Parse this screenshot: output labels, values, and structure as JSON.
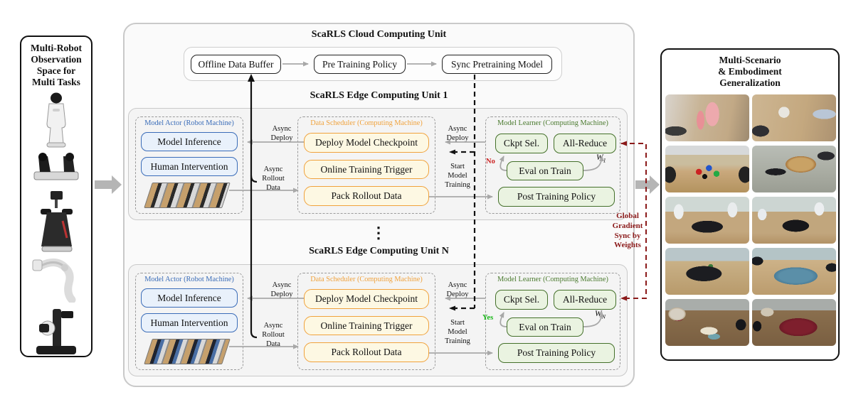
{
  "left_panel": {
    "title": "Multi-Robot\nObservation\nSpace for\nMulti Tasks",
    "robots": [
      {
        "name": "humanoid-service-robot"
      },
      {
        "name": "dual-gripper-teleoperation-device"
      },
      {
        "name": "dual-arm-mobile-manipulation-station"
      },
      {
        "name": "collaborative-robot-arm"
      },
      {
        "name": "compact-dual-arm-platform"
      }
    ]
  },
  "cloud": {
    "title": "ScaRLS Cloud Computing Unit",
    "buffer": "Offline Data Buffer",
    "pretrain": "Pre Training Policy",
    "sync": "Sync Pretraining Model"
  },
  "unit1": {
    "title": "ScaRLS Edge Computing Unit 1",
    "actor": {
      "label": "Model Actor (Robot Machine)",
      "inference": "Model Inference",
      "human": "Human Intervention",
      "rollout_desc": "robot rollout camera frames"
    },
    "scheduler": {
      "label": "Data Scheduler (Computing Machine)",
      "deploy": "Deploy Model Checkpoint",
      "trigger": "Online Training Trigger",
      "pack": "Pack Rollout Data"
    },
    "learner": {
      "label": "Model Learner (Computing Machine)",
      "ckpt": "Ckpt Sel.",
      "allreduce": "All-Reduce",
      "eval": "Eval on Train",
      "post": "Post Training Policy",
      "decision": "No",
      "weight": "W",
      "weight_sub": "1"
    },
    "edges": {
      "async_deploy_left": "Async\nDeploy",
      "async_rollout": "Async\nRollout\nData",
      "async_deploy_right": "Async\nDeploy",
      "start_training": "Start\nModel\nTraining"
    }
  },
  "unitN": {
    "title": "ScaRLS Edge Computing Unit N",
    "actor": {
      "label": "Model Actor (Robot Machine)",
      "inference": "Model Inference",
      "human": "Human Intervention",
      "rollout_desc": "robot rollout camera frames"
    },
    "scheduler": {
      "label": "Data Scheduler (Computing Machine)",
      "deploy": "Deploy Model Checkpoint",
      "trigger": "Online Training Trigger",
      "pack": "Pack Rollout Data"
    },
    "learner": {
      "label": "Model Learner (Computing Machine)",
      "ckpt": "Ckpt Sel.",
      "allreduce": "All-Reduce",
      "eval": "Eval on Train",
      "post": "Post Training Policy",
      "decision": "Yes",
      "weight": "W",
      "weight_sub": "N"
    },
    "edges": {
      "async_deploy_left": "Async\nDeploy",
      "async_rollout": "Async\nRollout\nData",
      "async_deploy_right": "Async\nDeploy",
      "start_training": "Start\nModel\nTraining"
    }
  },
  "ellipsis": "⋮",
  "gradient_sync": "Global\nGradient\nSync by\nWeights",
  "right_panel": {
    "title": "Multi-Scenario\n& Embodiment\nGeneralization",
    "photos": [
      {
        "name": "grippers-with-pink-bunny-plush"
      },
      {
        "name": "robot-hand-and-arm-with-cups"
      },
      {
        "name": "grippers-sorting-colored-blocks"
      },
      {
        "name": "robot-arms-holding-cardboard-box"
      },
      {
        "name": "white-arms-over-black-mat-with-plate"
      },
      {
        "name": "white-arms-with-toolbox"
      },
      {
        "name": "black-gripper-assembly-on-table"
      },
      {
        "name": "grippers-with-blue-cloth"
      },
      {
        "name": "grippers-folding-cloth-beside-wooden-box"
      },
      {
        "name": "gripper-holding-maroon-tshirt"
      }
    ]
  },
  "colors": {
    "actor_blue": "#3a6cb8",
    "scheduler_orange": "#f0a23c",
    "learner_green": "#4a7a2e",
    "no_red": "#cc2222",
    "yes_green": "#18b818",
    "sync_dark_red": "#8b1a1a",
    "arrow_gray": "#a8a8a8"
  }
}
